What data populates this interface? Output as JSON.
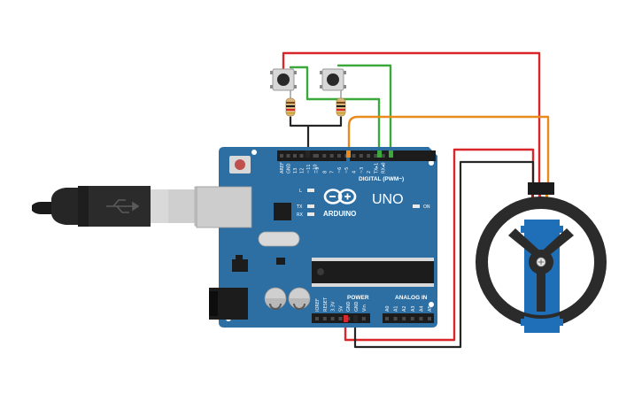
{
  "board": {
    "logo_text": "ARDUINO",
    "model": "UNO",
    "digital_header_label": "DIGITAL (PWM~)",
    "power_label": "POWER",
    "analog_label": "ANALOG IN",
    "on_label": "ON",
    "led_l": "L",
    "led_tx": "TX",
    "led_rx": "RX",
    "digital_pins": [
      "AREF",
      "GND",
      "13",
      "12",
      "~11",
      "~10",
      "~9",
      "8",
      "7",
      "~6",
      "~5",
      "4",
      "~3",
      "2",
      "TX▸1",
      "RX◂0"
    ],
    "power_pins": [
      "IOREF",
      "RESET",
      "3.3V",
      "5V",
      "GND",
      "GND",
      "Vin"
    ],
    "analog_pins": [
      "A0",
      "A1",
      "A2",
      "A3",
      "A4",
      "A5"
    ]
  },
  "colors": {
    "board": "#2e6fa3",
    "wire_red": "#d9262b",
    "wire_green": "#3aa83a",
    "wire_orange": "#e88a1c",
    "wire_black": "#262626",
    "servo_body": "#1f6fb8",
    "wheel": "#2b2b2b"
  },
  "components": {
    "usb_cable": "usb-cable",
    "pushbuttons": 2,
    "resistors": 2,
    "servo_with_wheel": "servo-motor"
  }
}
